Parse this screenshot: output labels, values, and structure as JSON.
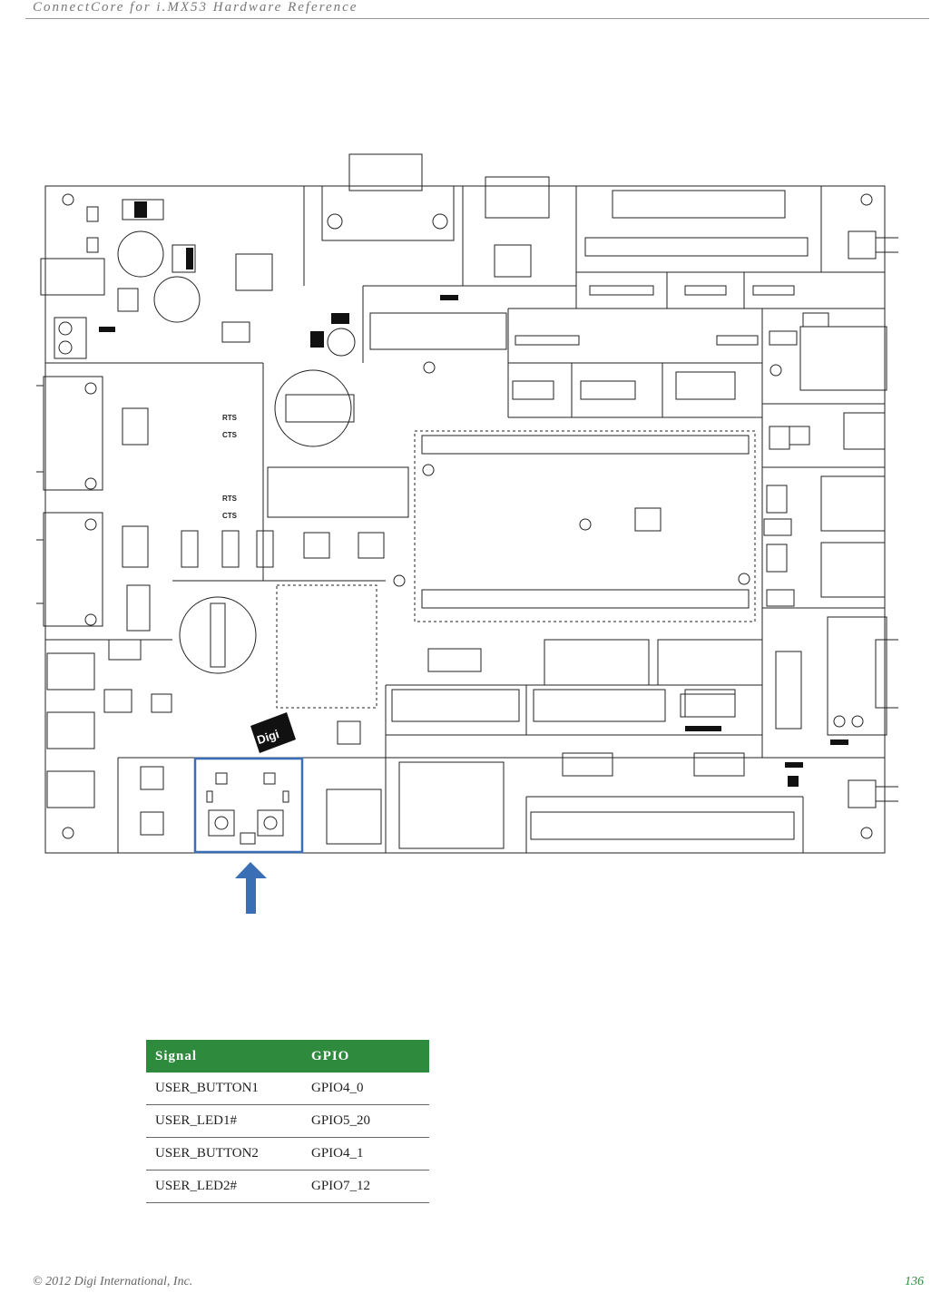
{
  "header": {
    "title": "ConnectCore for i.MX53 Hardware Reference"
  },
  "board": {
    "logo_text": "Digi",
    "rts_label": "RTS",
    "cts_label": "CTS"
  },
  "table": {
    "headers": [
      "Signal",
      "GPIO"
    ],
    "rows": [
      [
        "USER_BUTTON1",
        "GPIO4_0"
      ],
      [
        "USER_LED1#",
        "GPIO5_20"
      ],
      [
        "USER_BUTTON2",
        "GPIO4_1"
      ],
      [
        "USER_LED2#",
        "GPIO7_12"
      ]
    ]
  },
  "footer": {
    "copyright": "© 2012 Digi International, Inc.",
    "page_number": "136"
  },
  "colors": {
    "highlight": "#3a6fb5",
    "table_header": "#2e8b3e"
  }
}
